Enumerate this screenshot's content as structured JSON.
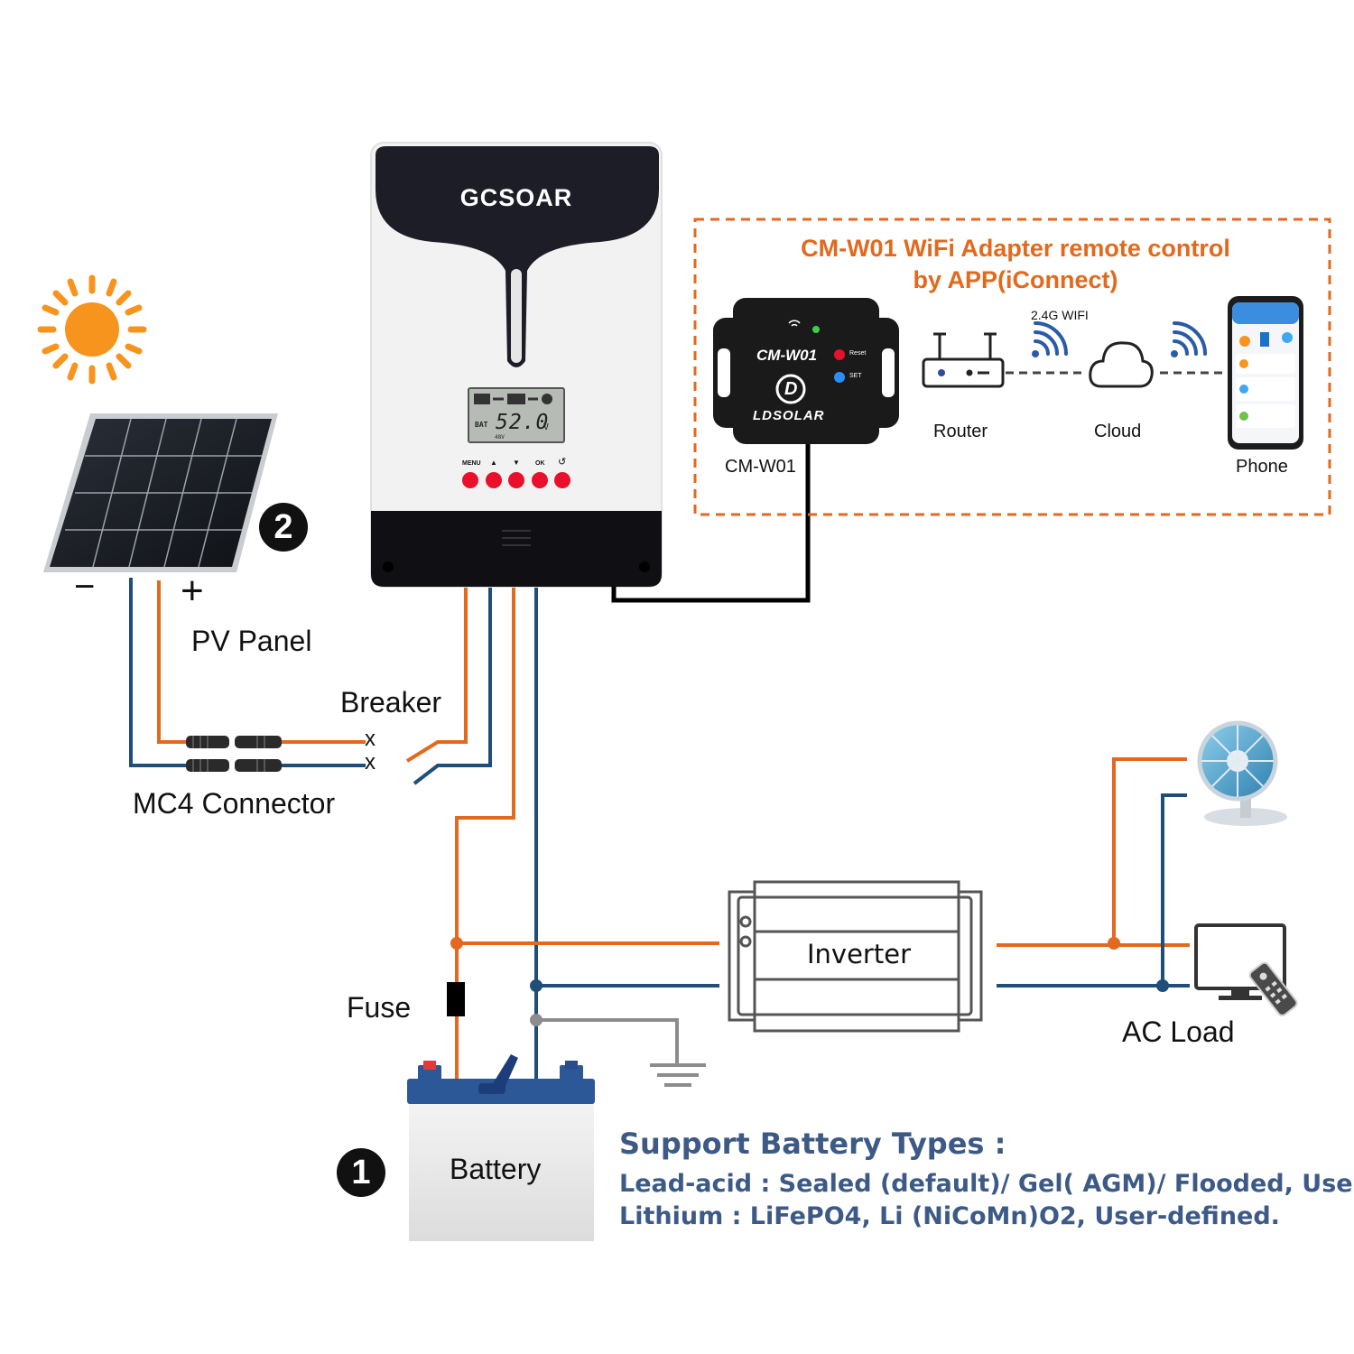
{
  "controller": {
    "brand": "GCSOAR",
    "lcd": {
      "bat_label": "BAT",
      "voltage": "52.0",
      "unit": "V",
      "sub": "48V"
    },
    "buttons": [
      "MENU",
      "▲",
      "▼",
      "OK",
      "↺"
    ]
  },
  "wifi_box": {
    "title_line1": "CM-W01 WiFi Adapter remote control",
    "title_line2": "by APP(iConnect)",
    "adapter_name": "CM-W01",
    "adapter_brand": "LDSOLAR",
    "reset_label": "Reset",
    "set_label": "SET",
    "adapter_caption": "CM-W01",
    "wifi_band": "2.4G WIFI",
    "router_label": "Router",
    "cloud_label": "Cloud",
    "phone_label": "Phone"
  },
  "labels": {
    "pv_panel": "PV Panel",
    "minus": "−",
    "plus": "+",
    "breaker": "Breaker",
    "breaker_x1": "x",
    "breaker_x2": "x",
    "mc4": "MC4 Connector",
    "fuse": "Fuse",
    "battery": "Battery",
    "inverter": "Inverter",
    "ac_load": "AC Load",
    "badge_1": "1",
    "badge_2": "2"
  },
  "support": {
    "heading": "Support Battery Types :",
    "line1": "Lead-acid : Sealed (default)/ Gel( AGM)/ Flooded, User ;",
    "line2": "Lithium : LiFePO4, Li (NiCoMn)O2, User-defined."
  },
  "colors": {
    "positive_wire": "#e2691d",
    "negative_wire": "#1f4e79",
    "ground_wire": "#8c8c8c",
    "accent_orange": "#e2691d",
    "support_text": "#3d5a86"
  },
  "icons": [
    "sun-icon",
    "solar-panel-icon",
    "router-icon",
    "cloud-icon",
    "wifi-icon",
    "phone-icon",
    "fan-icon",
    "tv-icon",
    "remote-icon",
    "ground-icon"
  ]
}
